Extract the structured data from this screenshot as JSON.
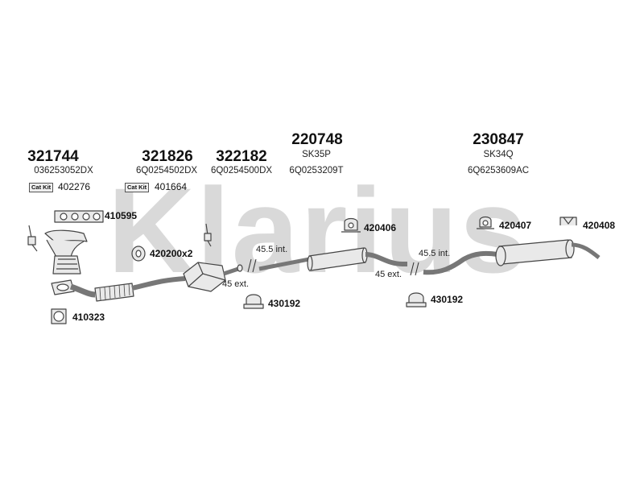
{
  "watermark": "Klarius",
  "columns": [
    {
      "pn": "321744",
      "oem": "036253052DX",
      "catkit_label": "Cat Kit",
      "catkit_value": "402276"
    },
    {
      "pn": "321826",
      "oem": "6Q0254502DX",
      "catkit_label": "Cat Kit",
      "catkit_value": "401664"
    },
    {
      "pn": "322182",
      "oem": "6Q0254500DX"
    },
    {
      "pn": "220748",
      "sub": "SK35P",
      "oem": "6Q0253209T"
    },
    {
      "pn": "230847",
      "sub": "SK34Q",
      "oem": "6Q6253609AC"
    }
  ],
  "refs": {
    "r410595": "410595",
    "r420200": "420200x2",
    "r410323": "410323",
    "r420406": "420406",
    "r430192a": "430192",
    "r420407": "420407",
    "r420408": "420408",
    "r430192b": "430192"
  },
  "dims": {
    "int1": "45.5 int.",
    "ext1": "45 ext.",
    "int2": "45.5 int.",
    "ext2": "45 ext."
  },
  "colors": {
    "watermark": "#d9d9d9",
    "part_fill": "#e9e9e9",
    "part_stroke": "#444444"
  }
}
